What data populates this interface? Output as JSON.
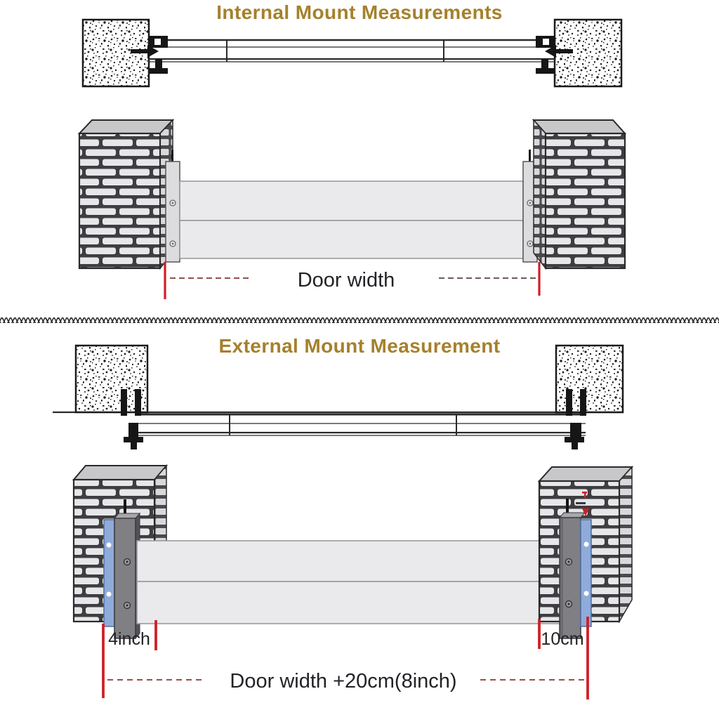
{
  "internal": {
    "title": "Internal Mount Measurements",
    "door_width_label": "Door width"
  },
  "external": {
    "title": "External Mount Measurement",
    "left_offset_label": "4inch",
    "right_offset_label": "10cm",
    "door_width_label": "Door width +20cm(8inch)"
  },
  "colors": {
    "title_gold": "#a5812c",
    "measure_red": "#cd2027",
    "dash_red": "#94504f",
    "plate_blue": "#8fabda",
    "channel_dark_gray": "#7f7f84",
    "channel_light_gray": "#dcdcde",
    "panel_gray": "#eaeaec",
    "brick_light": "#e7e7e9",
    "mortar_dark": "#3e3e42",
    "bracket_black": "#161616"
  }
}
